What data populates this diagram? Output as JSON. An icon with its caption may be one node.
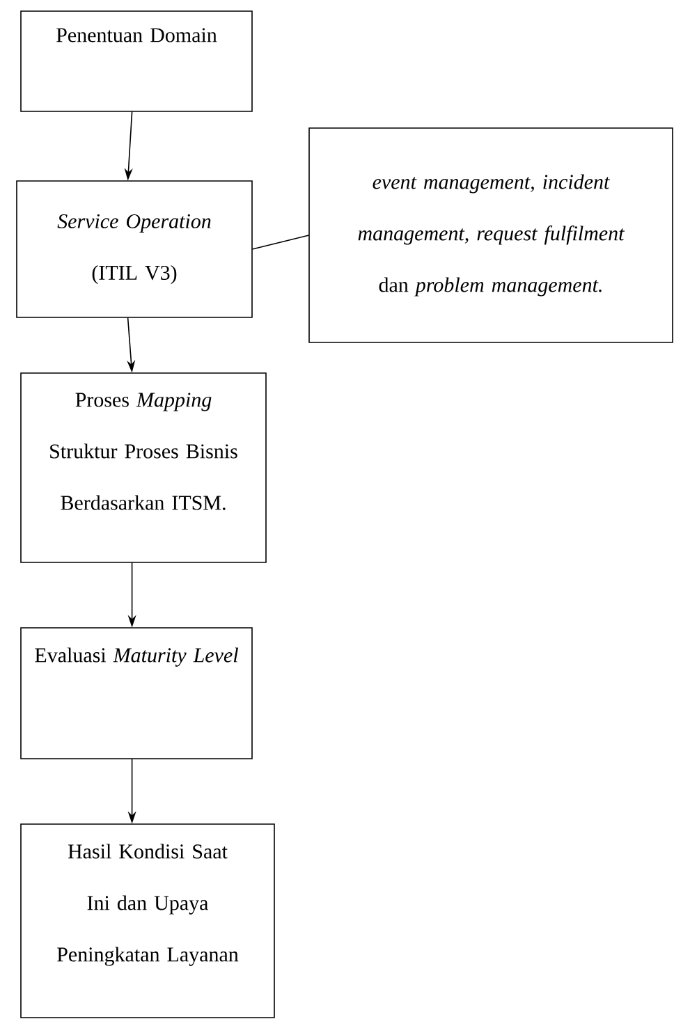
{
  "diagram": {
    "nodes": [
      {
        "text": [
          "Penentuan Domain"
        ]
      },
      {
        "text": [
          "*Service Operation* (ITIL V3)"
        ]
      },
      {
        "text": [
          "*event management, incident management, request fulfilment* dan *problem management.*"
        ]
      },
      {
        "text": [
          "Proses *Mapping* Struktur Proses Bisnis Berdasarkan ITSM."
        ]
      },
      {
        "text": [
          "Evaluasi *Maturity Level*"
        ]
      },
      {
        "text": [
          "Hasil Kondisi Saat Ini dan Upaya Peningkatan Layanan"
        ]
      }
    ],
    "edges": [
      {
        "from": 0,
        "to": 1,
        "arrow": "to"
      },
      {
        "from": 1,
        "to": 2,
        "arrow": "none"
      },
      {
        "from": 1,
        "to": 3,
        "arrow": "to"
      },
      {
        "from": 3,
        "to": 4,
        "arrow": "to"
      },
      {
        "from": 4,
        "to": 5,
        "arrow": "to"
      }
    ]
  }
}
